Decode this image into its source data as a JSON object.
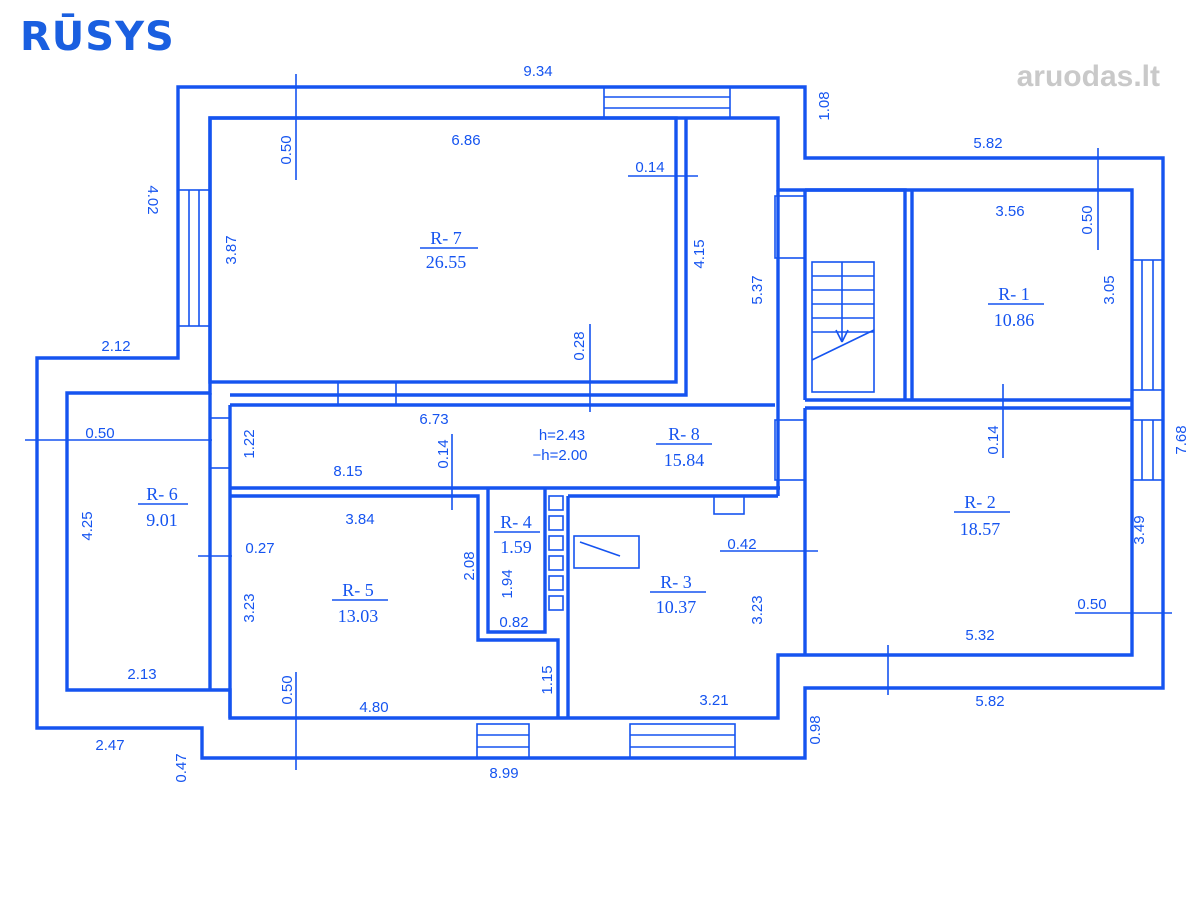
{
  "header": {
    "title": "RŪSYS",
    "watermark": "aruodas.lt"
  },
  "rooms": [
    {
      "id": "R- 7",
      "area": "26.55"
    },
    {
      "id": "R- 1",
      "area": "10.86"
    },
    {
      "id": "R- 8",
      "area": "15.84"
    },
    {
      "id": "R- 6",
      "area": "9.01"
    },
    {
      "id": "R- 2",
      "area": "18.57"
    },
    {
      "id": "R- 4",
      "area": "1.59"
    },
    {
      "id": "R- 5",
      "area": "13.03"
    },
    {
      "id": "R- 3",
      "area": "10.37"
    }
  ],
  "heights": {
    "h": "h=2.43",
    "h2": "−h=2.00"
  },
  "dimensions": {
    "top_total": "9.34",
    "top_step": "1.08",
    "right_top": "5.82",
    "left_upper": "4.02",
    "r7_width": "6.86",
    "r7_wall_top": "0.50",
    "r7_height": "3.87",
    "r7_inner": "0.14",
    "r7_right": "4.15",
    "r7_bottom_wall": "0.28",
    "stair_h": "5.37",
    "r1_width": "3.56",
    "r1_wall": "0.50",
    "r1_height": "3.05",
    "left_step": "2.12",
    "r6_wall": "0.50",
    "corr_door": "1.22",
    "corr_w": "6.73",
    "corr_wall": "0.14",
    "corr_len": "8.15",
    "r2_wall_top": "0.14",
    "right_total": "7.68",
    "r6_height": "4.25",
    "r6_inner": "0.27",
    "r6_width": "2.13",
    "r5_width": "3.84",
    "r5_height": "3.23",
    "r5_side": "2.08",
    "r5_wall": "0.50",
    "r5_bottom": "4.80",
    "r4_height": "1.94",
    "r4_width": "0.82",
    "r4_door": "1.15",
    "r3_height": "3.23",
    "r3_wall": "0.42",
    "r3_width": "3.21",
    "r2_height": "3.49",
    "r2_wall": "0.50",
    "r2_width": "5.32",
    "bottom_right": "5.82",
    "bottom_right_step": "0.98",
    "bottom_left": "2.47",
    "bottom_left_wall": "0.47",
    "bottom_total": "8.99"
  }
}
